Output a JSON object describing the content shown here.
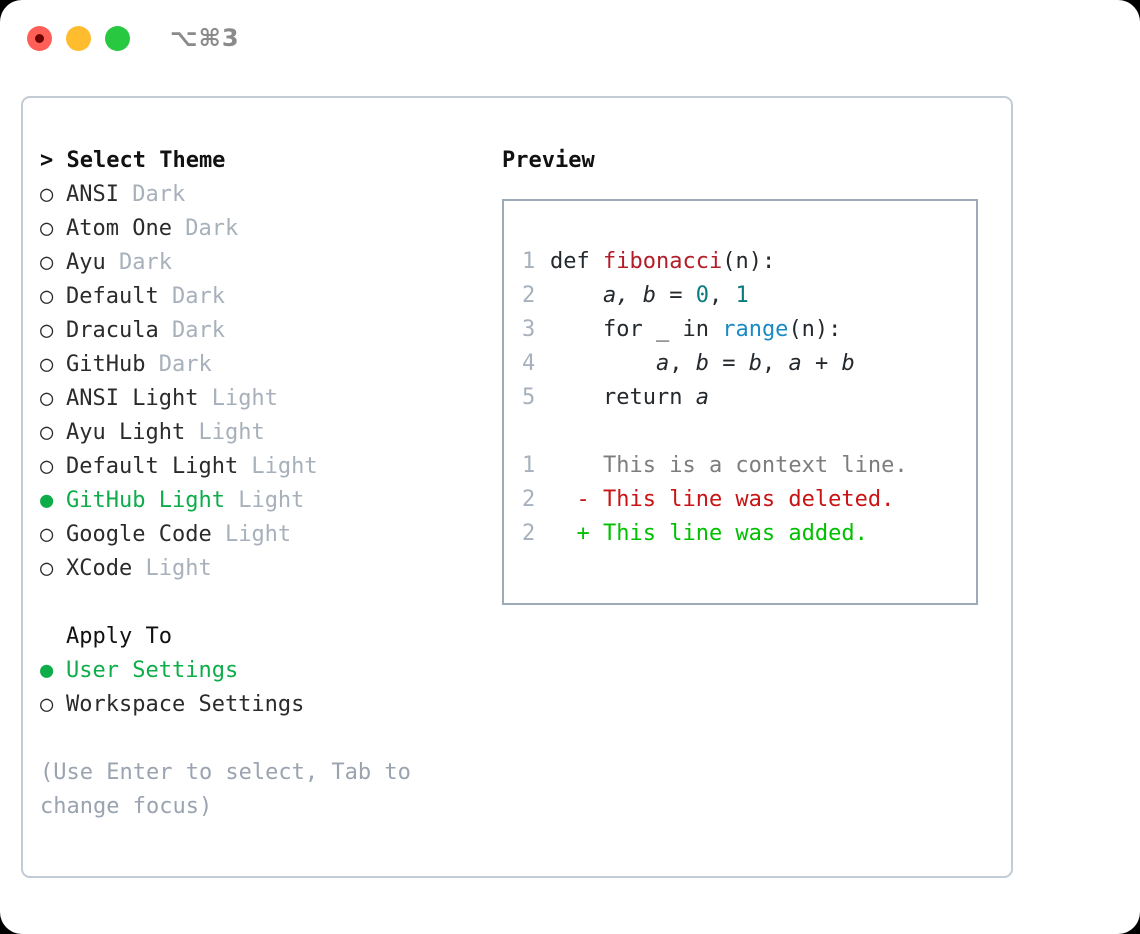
{
  "window": {
    "shortcut_label": "⌥⌘3",
    "traffic_lights": [
      {
        "name": "close",
        "color": "#ff5f57"
      },
      {
        "name": "minimize",
        "color": "#febc2e"
      },
      {
        "name": "maximize",
        "color": "#28c840"
      }
    ]
  },
  "theme_picker": {
    "header": "> Select Theme",
    "selected_marker": "●",
    "unselected_marker": "○",
    "accent_color": "#0ead4a",
    "items": [
      {
        "marker": "○",
        "name": "ANSI",
        "variant": " Dark",
        "selected": false
      },
      {
        "marker": "○",
        "name": "Atom One",
        "variant": " Dark",
        "selected": false
      },
      {
        "marker": "○",
        "name": "Ayu",
        "variant": " Dark",
        "selected": false
      },
      {
        "marker": "○",
        "name": "Default",
        "variant": " Dark",
        "selected": false
      },
      {
        "marker": "○",
        "name": "Dracula",
        "variant": " Dark",
        "selected": false
      },
      {
        "marker": "○",
        "name": "GitHub",
        "variant": " Dark",
        "selected": false
      },
      {
        "marker": "○",
        "name": "ANSI Light",
        "variant": " Light",
        "selected": false
      },
      {
        "marker": "○",
        "name": "Ayu Light",
        "variant": " Light",
        "selected": false
      },
      {
        "marker": "○",
        "name": "Default Light",
        "variant": " Light",
        "selected": false
      },
      {
        "marker": "●",
        "name": "GitHub Light",
        "variant": " Light",
        "selected": true
      },
      {
        "marker": "○",
        "name": "Google Code",
        "variant": " Light",
        "selected": false
      },
      {
        "marker": "○",
        "name": "XCode",
        "variant": " Light",
        "selected": false
      }
    ]
  },
  "apply_to": {
    "header": "Apply To",
    "items": [
      {
        "marker": "●",
        "name": "User Settings",
        "selected": true
      },
      {
        "marker": "○",
        "name": "Workspace Settings",
        "selected": false
      }
    ]
  },
  "hint": "(Use Enter to select, Tab to change focus)",
  "preview": {
    "label": "Preview",
    "code_lines": [
      {
        "num": "1",
        "indent": "",
        "parts": [
          {
            "text": "def ",
            "style": "plain"
          },
          {
            "text": "fibonacci",
            "style": "fn"
          },
          {
            "text": "(n):",
            "style": "plain"
          }
        ]
      },
      {
        "num": "2",
        "indent": "    ",
        "parts": [
          {
            "text": "a, b",
            "style": "var"
          },
          {
            "text": " = ",
            "style": "plain"
          },
          {
            "text": "0",
            "style": "num"
          },
          {
            "text": ", ",
            "style": "plain"
          },
          {
            "text": "1",
            "style": "num"
          }
        ]
      },
      {
        "num": "3",
        "indent": "    ",
        "parts": [
          {
            "text": "for _ in ",
            "style": "plain"
          },
          {
            "text": "range",
            "style": "call"
          },
          {
            "text": "(n):",
            "style": "plain"
          }
        ]
      },
      {
        "num": "4",
        "indent": "        ",
        "parts": [
          {
            "text": "a",
            "style": "var"
          },
          {
            "text": ", ",
            "style": "plain"
          },
          {
            "text": "b",
            "style": "var"
          },
          {
            "text": " = ",
            "style": "plain"
          },
          {
            "text": "b",
            "style": "var"
          },
          {
            "text": ", ",
            "style": "plain"
          },
          {
            "text": "a",
            "style": "var"
          },
          {
            "text": " + ",
            "style": "plain"
          },
          {
            "text": "b",
            "style": "var"
          }
        ]
      },
      {
        "num": "5",
        "indent": "    ",
        "parts": [
          {
            "text": "return ",
            "style": "plain"
          },
          {
            "text": "a",
            "style": "var"
          }
        ]
      }
    ],
    "diff_lines": [
      {
        "num": "1",
        "sign": "  ",
        "text": "This is a context line.",
        "kind": "ctx"
      },
      {
        "num": "2",
        "sign": "- ",
        "text": "This line was deleted.",
        "kind": "del"
      },
      {
        "num": "2",
        "sign": "+ ",
        "text": "This line was added.",
        "kind": "add"
      }
    ]
  },
  "colors": {
    "accent_green": "#0ead4a",
    "diff_add": "#00c000",
    "diff_del": "#c81414",
    "syntax_function": "#b31d28",
    "syntax_number": "#0b7b7b",
    "syntax_call": "#1b8ac4",
    "muted": "#a7b0bb"
  }
}
